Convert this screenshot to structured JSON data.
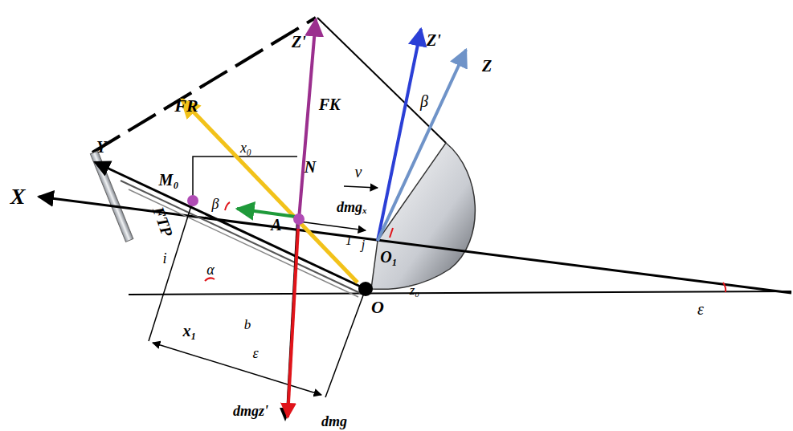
{
  "diagram": {
    "labels": [
      "Z'",
      "FR",
      "FK",
      "Y",
      "M₀",
      "x₀",
      "N",
      "v",
      "Z'",
      "β",
      "Z",
      "X",
      "β",
      "A",
      "dmgₓ",
      "FTP",
      "i",
      "α",
      "1",
      "j",
      "O₁",
      "O",
      "z₀",
      "b",
      "x₁",
      "ε",
      "ε",
      "dmgz'",
      "dmg"
    ]
  }
}
